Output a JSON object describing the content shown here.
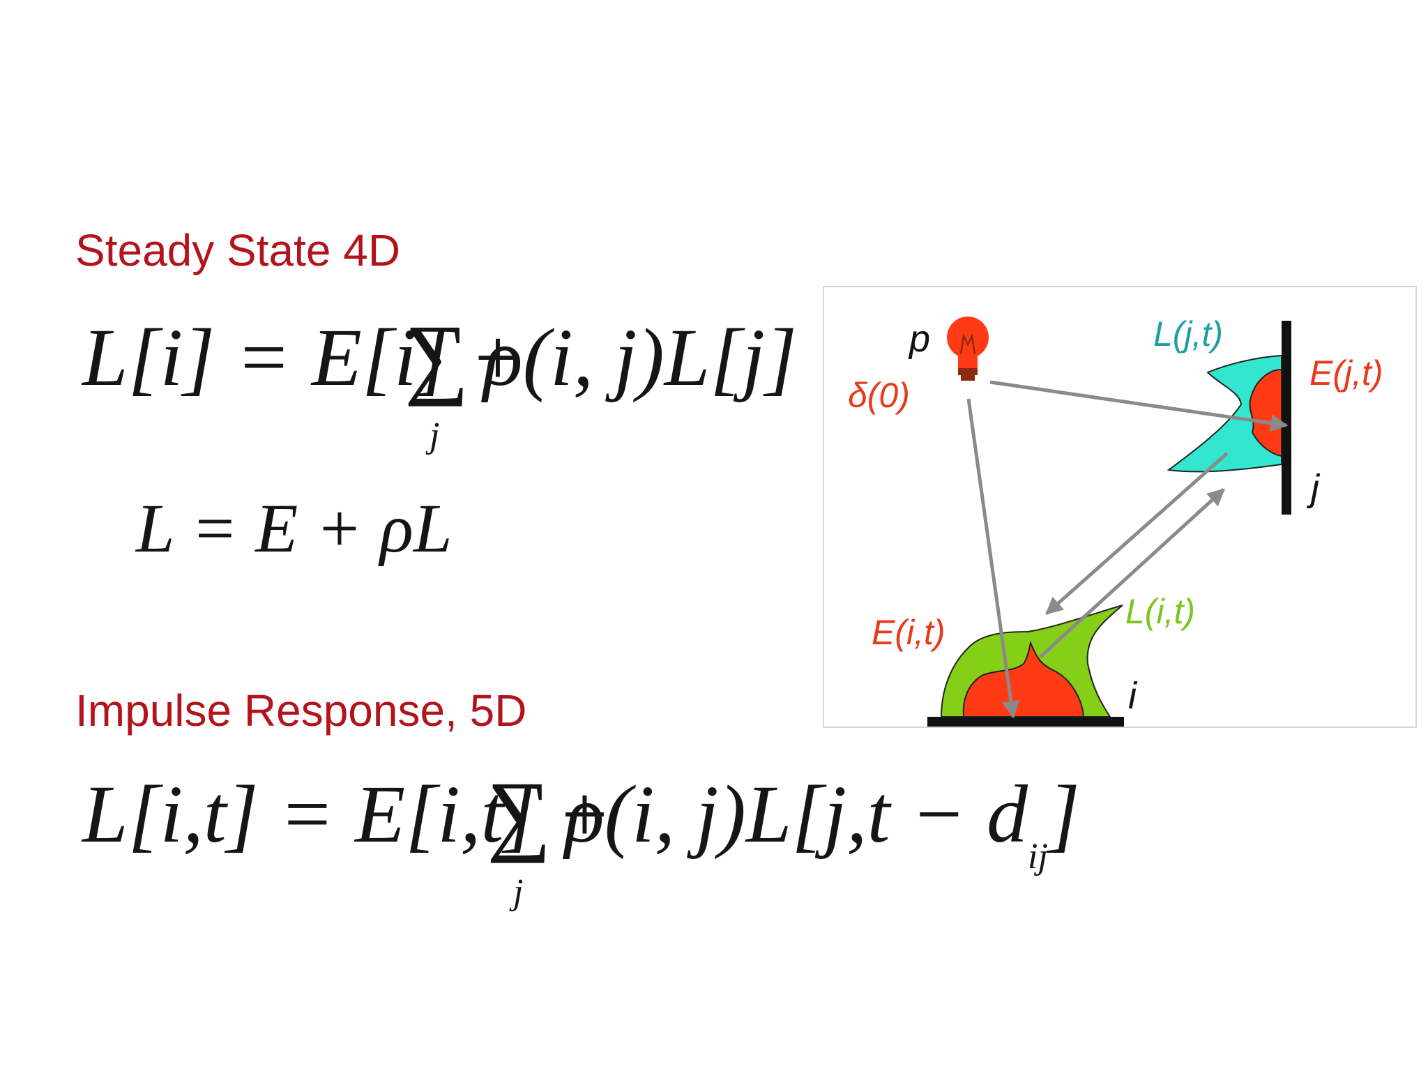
{
  "headings": {
    "steady": "Steady State 4D",
    "impulse": "Impulse Response, 5D"
  },
  "equations": {
    "steady_full": {
      "lhs": "L[i] = E[i] +",
      "sum_symbol": "∑",
      "sum_index": "j",
      "rhs": "ρ(i, j)L[j]"
    },
    "steady_compact": "L = E + ρL",
    "impulse_full": {
      "lhs": "L[i,t] = E[i,t] +",
      "sum_symbol": "∑",
      "sum_index": "j",
      "rhs": "ρ(i, j)L[j,t − d",
      "rhs_sub": "ij",
      "rhs_end": "]"
    }
  },
  "diagram": {
    "labels": {
      "point_light": "p",
      "impulse": "δ(0)",
      "radiance_j": "L(j,t)",
      "emission_j": "E(j,t)",
      "surface_j": "j",
      "radiance_i": "L(i,t)",
      "emission_i": "E(i,t)",
      "surface_i": "i"
    },
    "colors": {
      "red_label": "#e83a1a",
      "teal_label": "#1f9fa5",
      "green_label": "#7cc520",
      "cyan_blob": "#33e6cf",
      "green_blob": "#86cf18",
      "red_blob": "#ff3a14",
      "arrow": "#8a8a8a",
      "bulb": "#ff3a14"
    },
    "icons": {
      "light": "lightbulb-icon"
    }
  }
}
